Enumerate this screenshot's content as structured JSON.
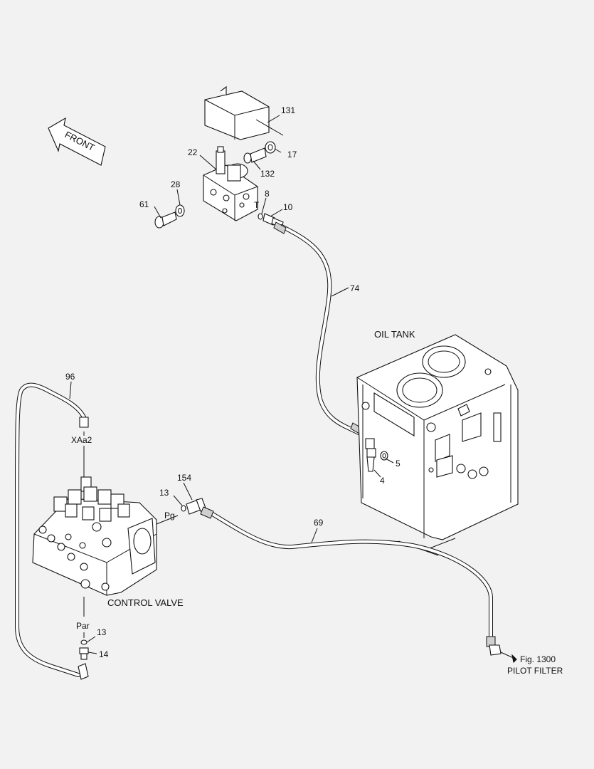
{
  "labels": {
    "front": "FRONT",
    "oil_tank": "OIL TANK",
    "control_valve": "CONTROL VALVE",
    "pilot_filter_ref": "Fig. 1300",
    "pilot_filter": "PILOT FILTER",
    "port_xaa2": "XAa2",
    "port_pg": "Pg",
    "port_par": "Par",
    "port_t": "T"
  },
  "callouts": {
    "p131": "131",
    "p17": "17",
    "p22": "22",
    "p132": "132",
    "p28": "28",
    "p8": "8",
    "p61": "61",
    "p10": "10",
    "p74": "74",
    "p96": "96",
    "p5": "5",
    "p4": "4",
    "p154": "154",
    "p13_top": "13",
    "p69": "69",
    "p13_bottom": "13",
    "p14": "14"
  }
}
